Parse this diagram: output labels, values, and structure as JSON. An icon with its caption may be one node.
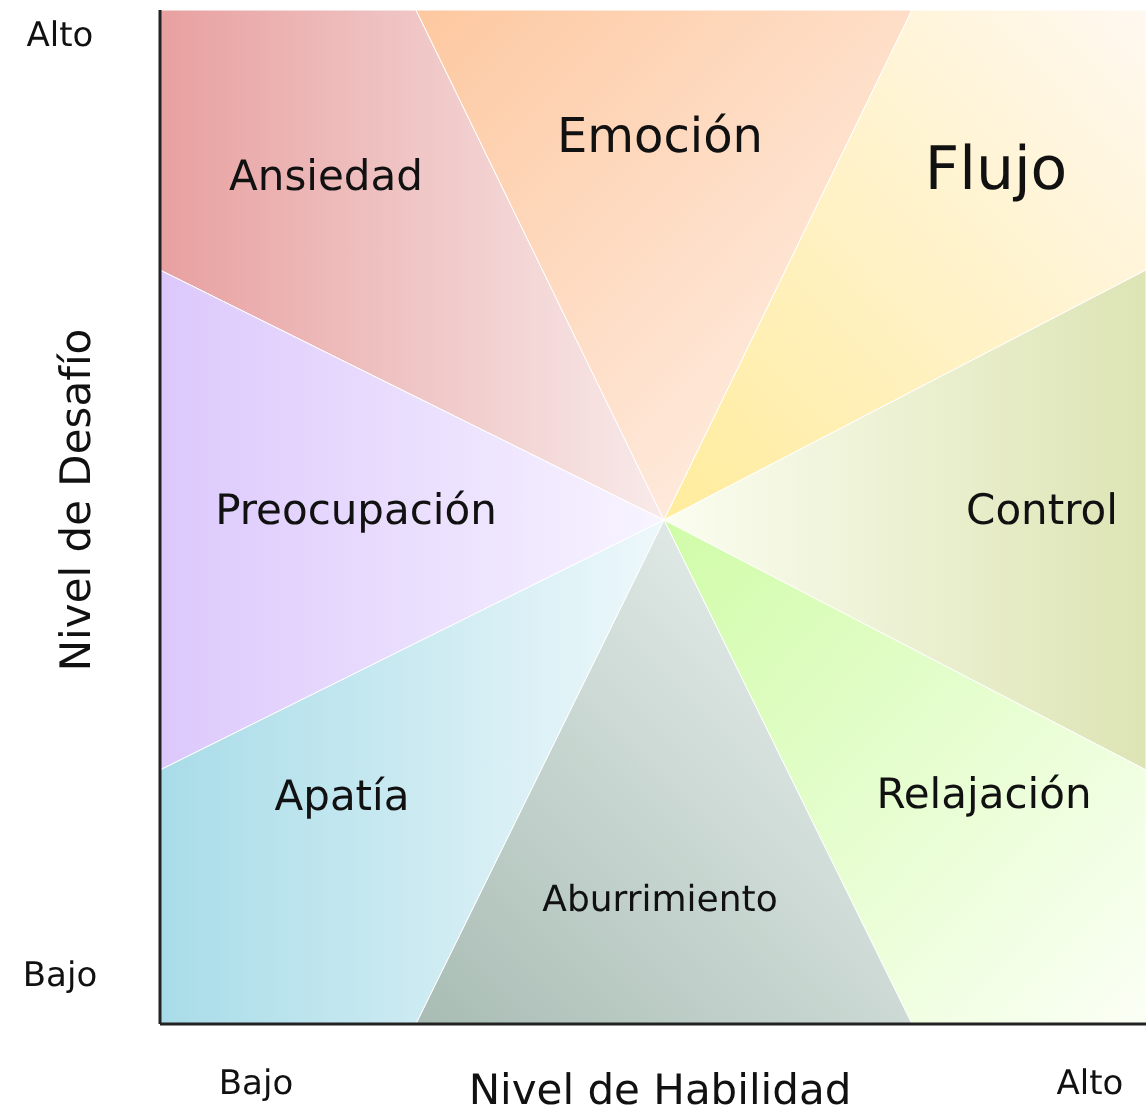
{
  "diagram": {
    "nodes": [
      {
        "text": [
          "Ansiedad"
        ]
      },
      {
        "text": [
          "Emoción"
        ]
      },
      {
        "text": [
          "Flujo"
        ]
      },
      {
        "text": [
          "Preocupación"
        ]
      },
      {
        "text": [
          "Control"
        ]
      },
      {
        "text": [
          "Apatía"
        ]
      },
      {
        "text": [
          "Relajación"
        ]
      },
      {
        "text": [
          "Aburrimiento"
        ]
      }
    ],
    "labels": [
      "Alto",
      "Nivel de Desafío",
      "Bajo",
      "Bajo",
      "Nivel de Habilidad",
      "Alto"
    ]
  }
}
